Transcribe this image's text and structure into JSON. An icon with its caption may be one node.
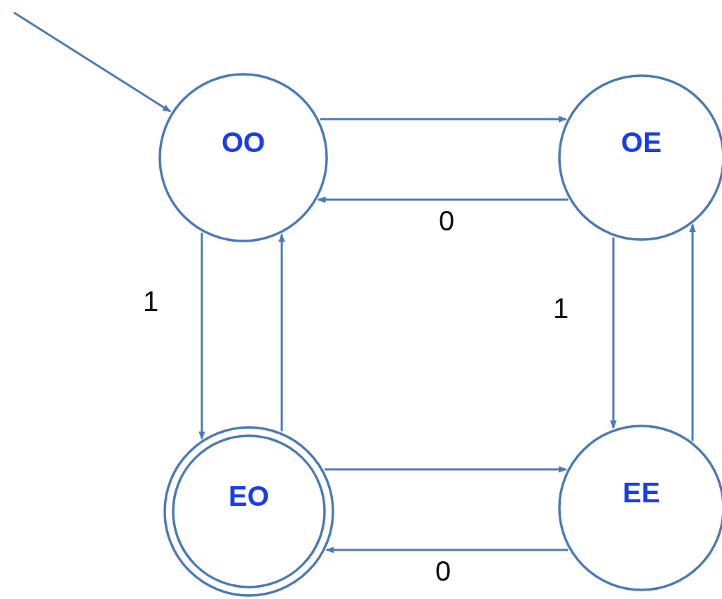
{
  "diagram": {
    "nodes": [
      {
        "text": [
          "OO"
        ]
      },
      {
        "text": [
          "OE"
        ]
      },
      {
        "text": [
          "EO"
        ]
      },
      {
        "text": [
          "EE"
        ]
      }
    ],
    "edges": [
      {
        "from": null,
        "to": 0,
        "arrow": "to"
      },
      {
        "from": 0,
        "to": 1,
        "arrow": "to"
      },
      {
        "from": 1,
        "to": 0,
        "arrow": "to",
        "label": "0"
      },
      {
        "from": 0,
        "to": 2,
        "arrow": "to",
        "label": "1"
      },
      {
        "from": 2,
        "to": 0,
        "arrow": "to"
      },
      {
        "from": 1,
        "to": 3,
        "arrow": "to",
        "label": "1"
      },
      {
        "from": 3,
        "to": 1,
        "arrow": "to"
      },
      {
        "from": 2,
        "to": 3,
        "arrow": "to"
      },
      {
        "from": 3,
        "to": 2,
        "arrow": "to",
        "label": "0"
      }
    ]
  }
}
